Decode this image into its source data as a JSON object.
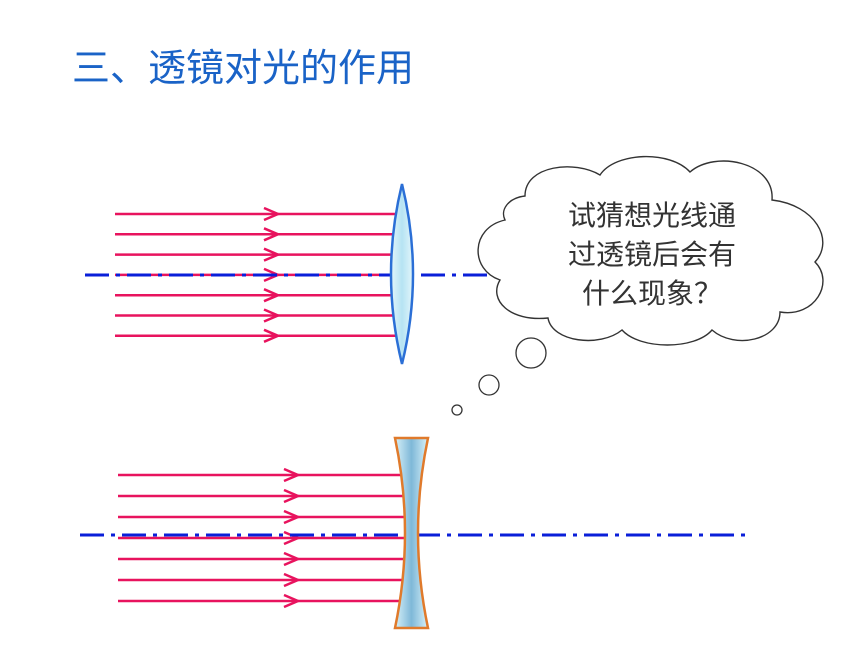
{
  "slide": {
    "title": "三、透镜对光的作用"
  },
  "thought_bubble": {
    "lines": [
      "试猜想光线通",
      "过透镜后会有",
      "什么现象？"
    ]
  },
  "diagram": {
    "convex_lens": {
      "label": "convex-lens",
      "ray_count": 7
    },
    "concave_lens": {
      "label": "concave-lens",
      "ray_count": 7
    }
  },
  "colors": {
    "title": "#1a63c7",
    "ray": "#e8135e",
    "axis": "#0a1fd9",
    "convex_fill": "#c7ecf7",
    "convex_stroke": "#2b6fd6",
    "concave_fill": "#bfe6f2",
    "concave_stroke": "#e07a2b",
    "bubble_stroke": "#333333",
    "bubble_text": "#333333"
  }
}
